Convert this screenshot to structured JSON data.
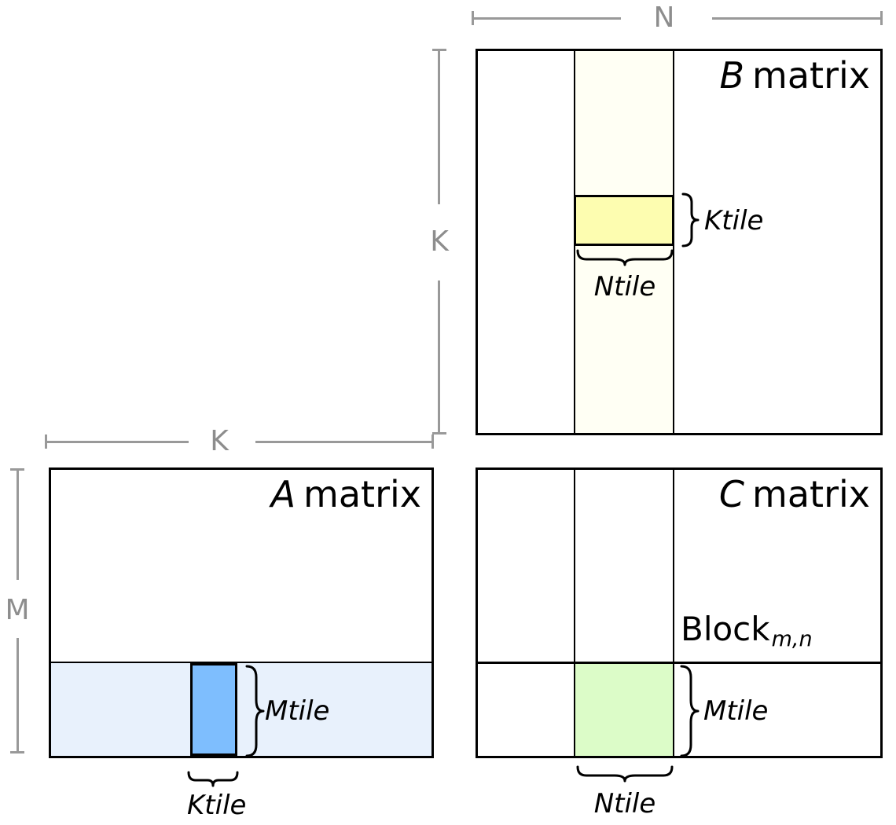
{
  "colors": {
    "background": "#ffffff",
    "matrix_border": "#000000",
    "dimension_line": "#999999",
    "dimension_label": "#8d8d8d",
    "b_strip": "#fffff4",
    "b_tile": "#fdfdb0",
    "a_strip": "#e8f1fc",
    "a_tile": "#7ebefe",
    "c_tile": "#dcfcc8"
  },
  "dimensions": {
    "b_width_label": "N",
    "b_height_label": "K",
    "a_width_label": "K",
    "a_height_label": "M"
  },
  "matrices": {
    "b": {
      "letter": "B",
      "word": "matrix",
      "brace_label": "Ktile",
      "underbrace_label": "Ntile"
    },
    "a": {
      "letter": "A",
      "word": "matrix",
      "brace_label": "Mtile",
      "underbrace_label": "Ktile"
    },
    "c": {
      "letter": "C",
      "word": "matrix",
      "block_label": "Block",
      "block_subscript": "m,n",
      "brace_label": "Mtile",
      "underbrace_label": "Ntile"
    }
  }
}
